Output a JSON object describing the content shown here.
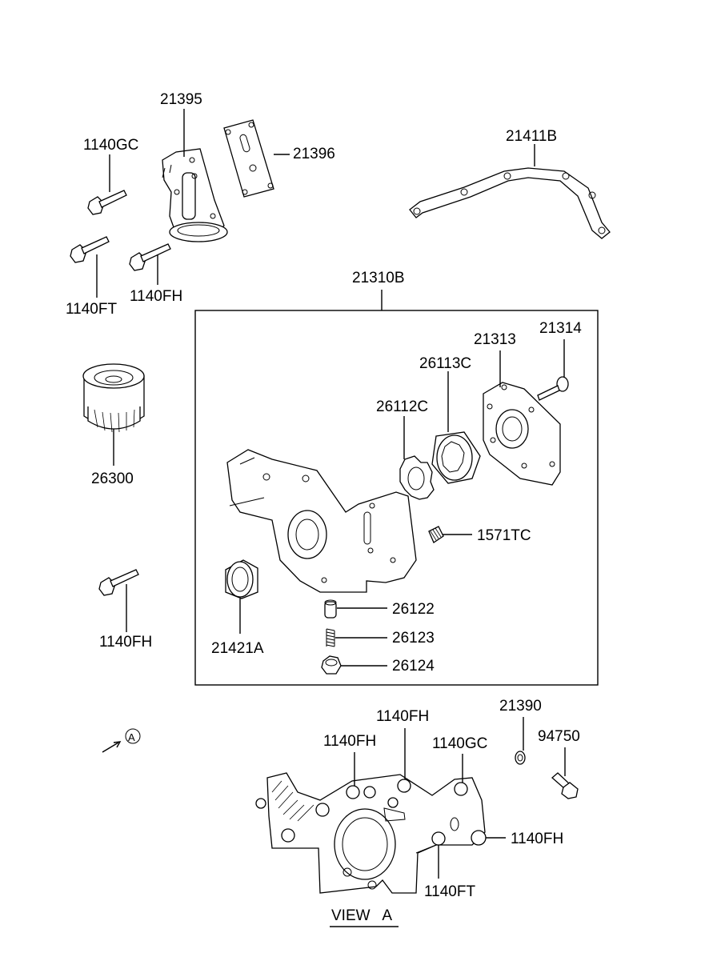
{
  "labels": {
    "l21395": "21395",
    "l21396": "21396",
    "l1140GC_top": "1140GC",
    "l1140FT_top": "1140FT",
    "l1140FH_top": "1140FH",
    "l21411B": "21411B",
    "l21310B": "21310B",
    "l26300": "26300",
    "l21313": "21313",
    "l21314": "21314",
    "l26113C": "26113C",
    "l26112C": "26112C",
    "l1571TC": "1571TC",
    "l26122": "26122",
    "l26123": "26123",
    "l26124": "26124",
    "l21421A": "21421A",
    "l1140FH_mid": "1140FH",
    "l21390": "21390",
    "l94750": "94750",
    "l1140FH_a": "1140FH",
    "l1140FH_b": "1140FH",
    "l1140GC_bot": "1140GC",
    "l1140FH_right": "1140FH",
    "l1140FT_bot": "1140FT",
    "view_ref_letter": "A",
    "view_caption": "VIEW   A"
  }
}
